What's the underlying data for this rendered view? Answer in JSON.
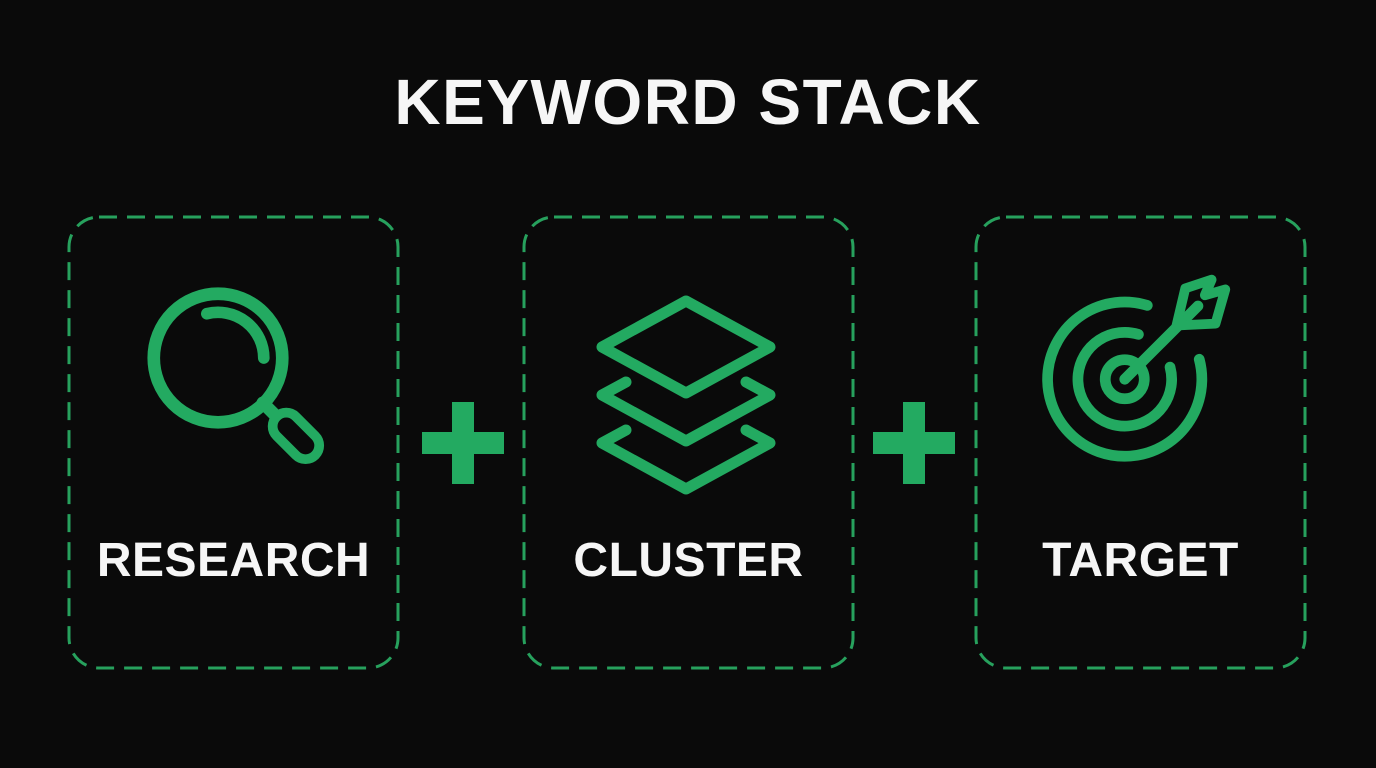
{
  "title": "KEYWORD STACK",
  "colors": {
    "background": "#0a0a0a",
    "accent-green": "#23aa61",
    "border-green": "#27a15d",
    "text-white": "#f6f6f6"
  },
  "steps": [
    {
      "label": "RESEARCH",
      "icon": "search-icon"
    },
    {
      "label": "CLUSTER",
      "icon": "layers-icon"
    },
    {
      "label": "TARGET",
      "icon": "target-arrow-icon"
    }
  ],
  "separator": {
    "symbol": "+",
    "meaning": "plus"
  }
}
